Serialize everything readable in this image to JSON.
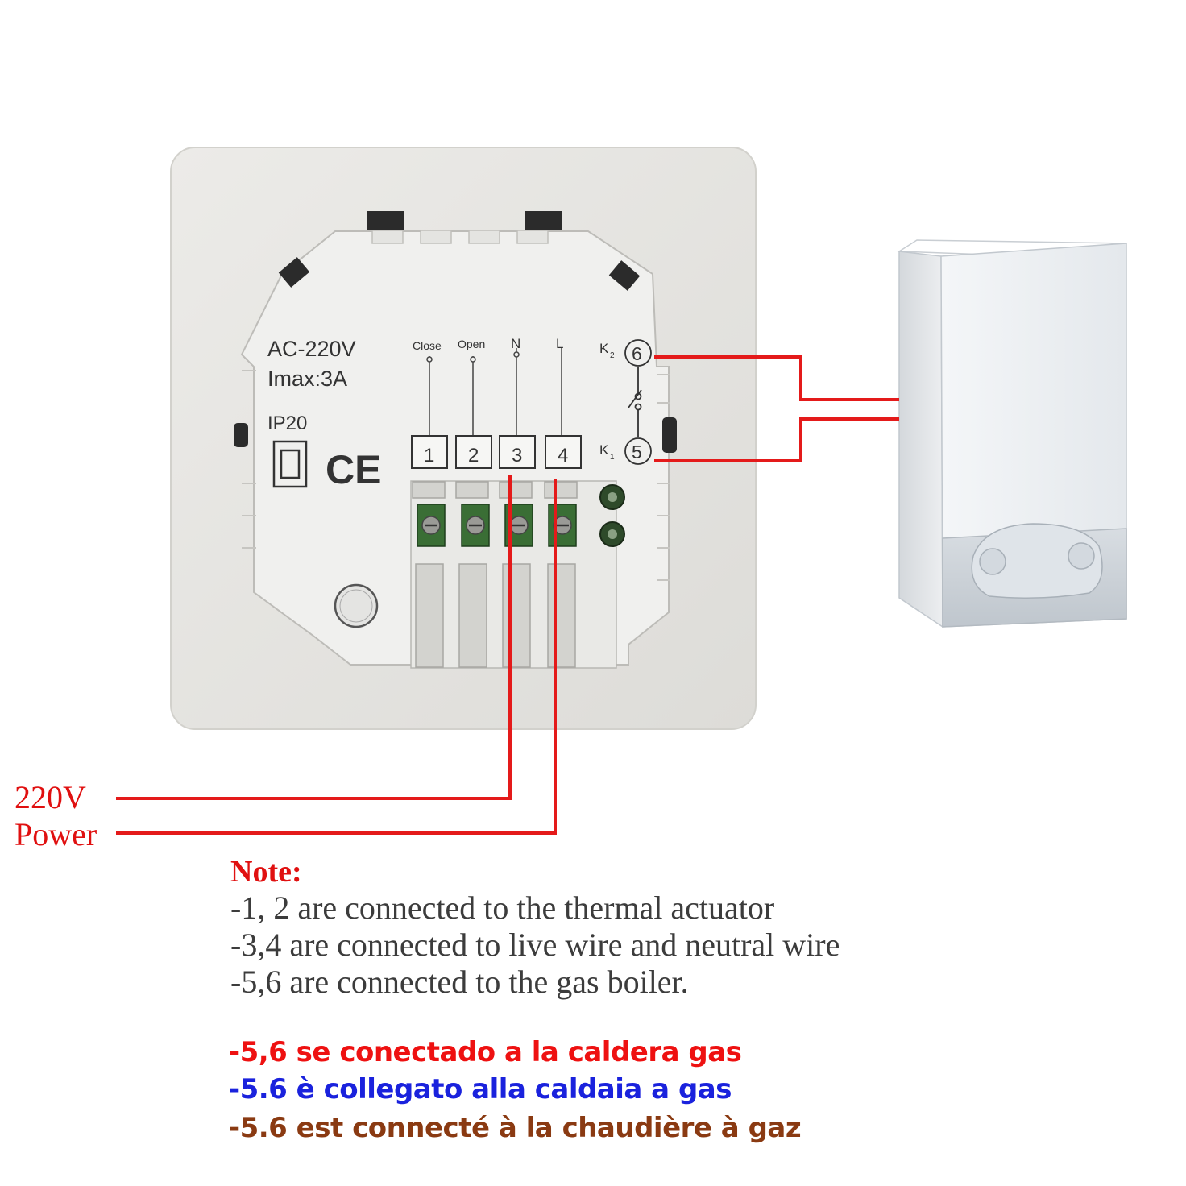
{
  "device": {
    "rating_voltage": "AC-220V",
    "rating_current": "Imax:3A",
    "ip_rating": "IP20",
    "ce_mark": "CE",
    "terminals": [
      {
        "number": "1",
        "label": "Close"
      },
      {
        "number": "2",
        "label": "Open"
      },
      {
        "number": "3",
        "label": "N"
      },
      {
        "number": "4",
        "label": "L"
      }
    ],
    "relay": {
      "k2_letter": "K",
      "k2_sub": "2",
      "k2_number": "6",
      "k1_letter": "K",
      "k1_sub": "1",
      "k1_number": "5"
    }
  },
  "power_label": {
    "line1": "220V",
    "line2": "Power"
  },
  "note": {
    "title": "Note:",
    "lines": [
      "-1, 2 are connected to the thermal actuator",
      "-3,4 are connected to live wire and neutral wire",
      "-5,6 are connected to the gas boiler."
    ]
  },
  "translations": [
    {
      "text": "-5,6 se conectado a la caldera gas",
      "color": "#ee1111"
    },
    {
      "text": "-5.6 è collegato alla caldaia a gas",
      "color": "#1a22dd"
    },
    {
      "text": "-5.6 est connecté à la chaudière à gaz",
      "color": "#8a3a12"
    }
  ],
  "colors": {
    "wire": "#e41a1a",
    "panel": "#e6e6e2",
    "module": "#eeeeec"
  }
}
